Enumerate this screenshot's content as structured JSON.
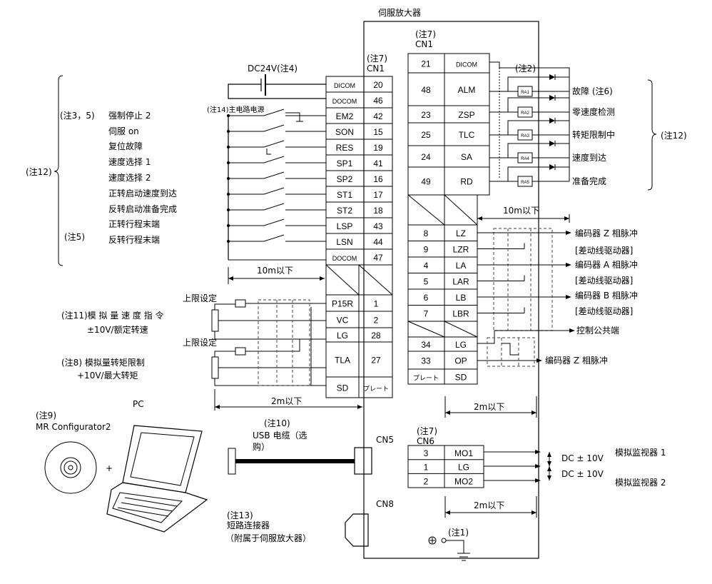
{
  "title": "伺服放大器",
  "connectors": {
    "cn1_left_note": "(注7)",
    "cn1_left": "CN1",
    "cn1_right_note": "(注7)",
    "cn1_right": "CN1",
    "cn5": "CN5",
    "cn6_note": "(注7)",
    "cn6": "CN6",
    "cn8": "CN8"
  },
  "left_pins": [
    {
      "sig": "DICOM",
      "pin": "20"
    },
    {
      "sig": "DOCOM",
      "pin": "46"
    },
    {
      "sig": "EM2",
      "pin": "42"
    },
    {
      "sig": "SON",
      "pin": "15"
    },
    {
      "sig": "RES",
      "pin": "19"
    },
    {
      "sig": "SP1",
      "pin": "41"
    },
    {
      "sig": "SP2",
      "pin": "16"
    },
    {
      "sig": "ST1",
      "pin": "17"
    },
    {
      "sig": "ST2",
      "pin": "18"
    },
    {
      "sig": "LSP",
      "pin": "43"
    },
    {
      "sig": "LSN",
      "pin": "44"
    },
    {
      "sig": "DOCOM",
      "pin": "47"
    }
  ],
  "analog_pins": [
    {
      "sig": "P15R",
      "pin": "1"
    },
    {
      "sig": "VC",
      "pin": "2"
    },
    {
      "sig": "LG",
      "pin": "28"
    },
    {
      "sig": "TLA",
      "pin": "27"
    },
    {
      "sig": "SD",
      "pin": "プレート"
    }
  ],
  "right_pins_top": [
    {
      "pin": "21",
      "sig": "DICOM"
    },
    {
      "pin": "48",
      "sig": "ALM"
    },
    {
      "pin": "23",
      "sig": "ZSP"
    },
    {
      "pin": "25",
      "sig": "TLC"
    },
    {
      "pin": "24",
      "sig": "SA"
    },
    {
      "pin": "49",
      "sig": "RD"
    }
  ],
  "right_pins_enc": [
    {
      "pin": "8",
      "sig": "LZ"
    },
    {
      "pin": "9",
      "sig": "LZR"
    },
    {
      "pin": "4",
      "sig": "LA"
    },
    {
      "pin": "5",
      "sig": "LAR"
    },
    {
      "pin": "6",
      "sig": "LB"
    },
    {
      "pin": "7",
      "sig": "LBR"
    }
  ],
  "right_pins_bottom": [
    {
      "pin": "34",
      "sig": "LG"
    },
    {
      "pin": "33",
      "sig": "OP"
    },
    {
      "pin": "プレート",
      "sig": "SD"
    }
  ],
  "cn6_pins": [
    {
      "pin": "3",
      "sig": "MO1"
    },
    {
      "pin": "1",
      "sig": "LG"
    },
    {
      "pin": "2",
      "sig": "MO2"
    }
  ],
  "relays": [
    "RA1",
    "RA2",
    "RA3",
    "RA4",
    "RA5"
  ],
  "left_labels": {
    "dc24v": "DC24V(注4)",
    "main_power": "(注14)主电路电源",
    "note35": "(注3，5)",
    "note12": "(注12)",
    "note5": "(注5)",
    "functions": [
      "强制停止 2",
      "伺服 on",
      "复位故障",
      "速度选择 1",
      "速度选择 2",
      "正转启动速度到达",
      "反转启动准备完成",
      "正转行程末端",
      "反转行程末端"
    ],
    "dist_10m": "10m以下",
    "upper_limit_1": "上限设定",
    "note11": "(注11)模 拟 量 速 度 指 令",
    "note11_sub": "±10V/额定转速",
    "upper_limit_2": "上限设定",
    "note8": "(注8) 模拟量转矩限制",
    "note8_sub": "+10V/最大转矩",
    "dist_2m": "2m以下"
  },
  "right_labels": {
    "note2": "(注2)",
    "outputs": [
      "故障 (注6)",
      "零速度检测",
      "转矩限制中",
      "速度到达",
      "准备完成"
    ],
    "note12": "(注12)",
    "dist_10m": "10m以下",
    "enc": [
      "编码器 Z 相脉冲",
      "[差动线驱动器]",
      "编码器 A 相脉冲",
      "[差动线驱动器]",
      "编码器 B 相脉冲",
      "[差动线驱动器]"
    ],
    "ctrl_common": "控制公共端",
    "enc_z_op": "编码器 Z 相脉冲",
    "dist_2m_a": "2m以下",
    "dc10v_1": "DC ± 10V",
    "dc10v_2": "DC ± 10V",
    "monitor1": "模拟监视器 1",
    "monitor2": "模拟监视器 2",
    "dist_2m_b": "2m以下",
    "note1": "(注1)"
  },
  "pc": {
    "pc_label": "PC",
    "note9": "(注9)",
    "software": "MR Configurator2",
    "plus": "+",
    "note10": "(注10)",
    "usb_1": "USB  电缆（选",
    "usb_2": "购）",
    "note13": "(注13)",
    "shorting_1": "短路连接器",
    "shorting_2": "（附属于伺服放大器）"
  }
}
